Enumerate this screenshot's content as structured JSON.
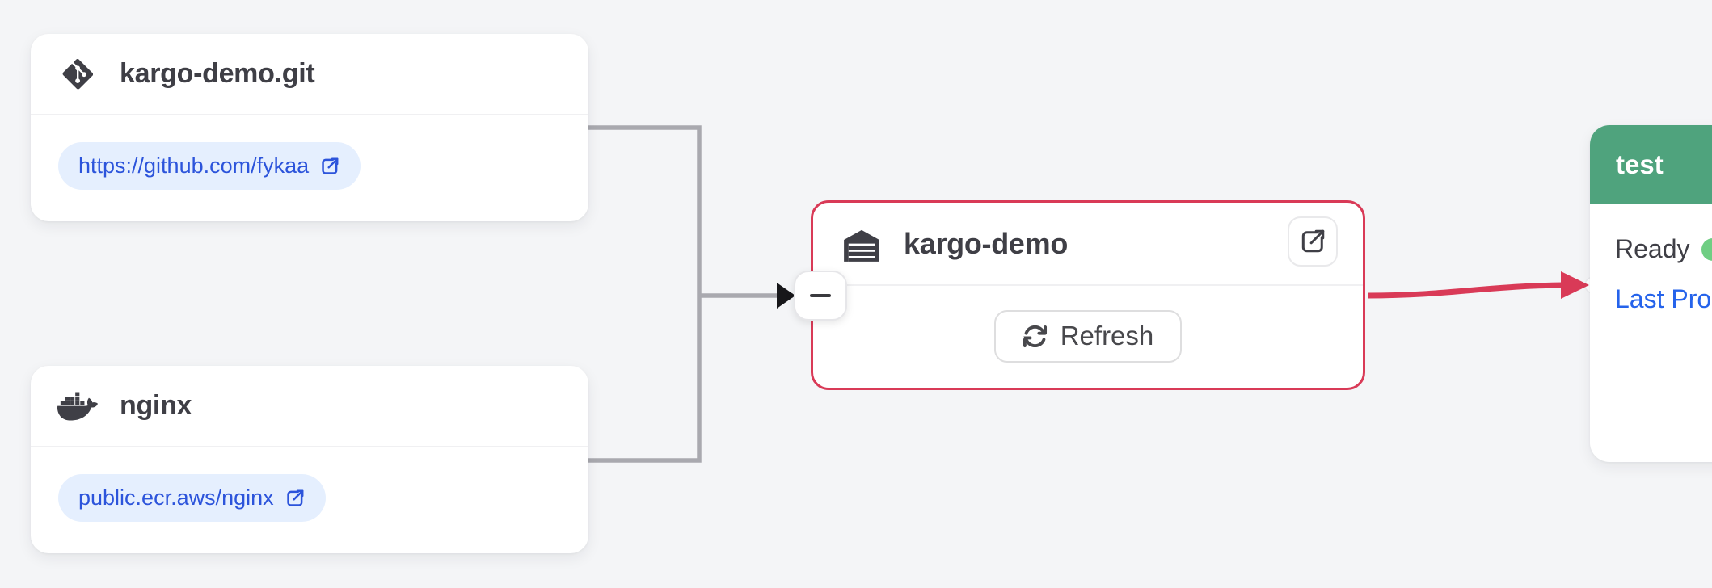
{
  "colors": {
    "page-bg": "#f4f5f7",
    "accent-red": "#d93a57",
    "stage-green": "#4fa37d",
    "ready-green": "#6fce83",
    "link-blue": "#2c54db",
    "promo-blue": "#2563eb",
    "edge-gray": "#a9a9af",
    "text-dark": "#3f3f46"
  },
  "nodes": {
    "git_repo": {
      "title": "kargo-demo.git",
      "url_label": "https://github.com/fykaa"
    },
    "image_repo": {
      "title": "nginx",
      "url_label": "public.ecr.aws/nginx"
    },
    "warehouse": {
      "title": "kargo-demo",
      "refresh_label": "Refresh"
    },
    "stage_test": {
      "title": "test",
      "ready_label": "Ready",
      "last_promotion_label": "Last Promotion"
    }
  }
}
